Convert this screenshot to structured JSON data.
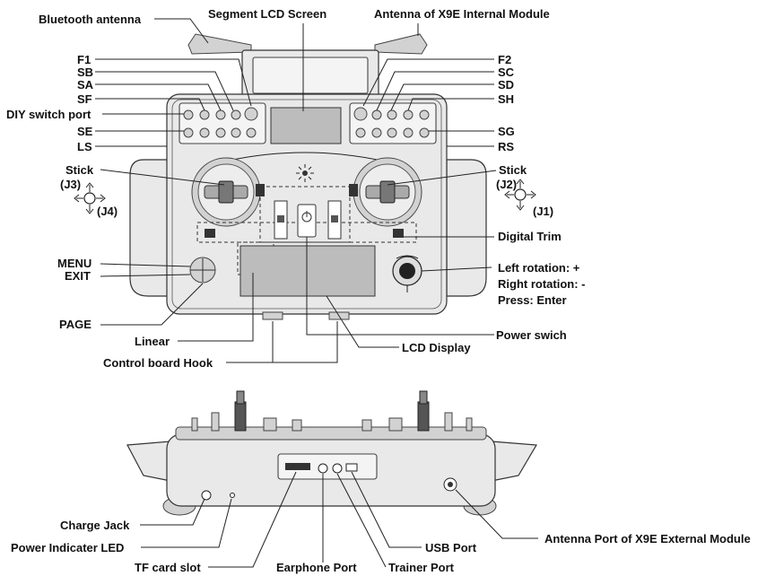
{
  "labels": {
    "bluetooth_antenna": "Bluetooth antenna",
    "segment_lcd": "Segment LCD Screen",
    "antenna_internal": "Antenna of X9E Internal Module",
    "f1": "F1",
    "sb": "SB",
    "sa": "SA",
    "sf": "SF",
    "diy_port": "DIY switch port",
    "se": "SE",
    "ls": "LS",
    "stick_left": "Stick",
    "j3": "(J3)",
    "j4": "(J4)",
    "f2": "F2",
    "sc": "SC",
    "sd": "SD",
    "sh": "SH",
    "sg": "SG",
    "rs": "RS",
    "stick_right": "Stick",
    "j2": "(J2)",
    "j1": "(J1)",
    "digital_trim": "Digital Trim",
    "left_rotation": "Left rotation: +",
    "right_rotation": "Right rotation: -",
    "press_enter": "Press: Enter",
    "menu": "MENU",
    "exit": "EXIT",
    "page": "PAGE",
    "power_switch": "Power swich",
    "linear": "Linear",
    "lcd_display": "LCD Display",
    "control_hook": "Control board Hook",
    "charge_jack": "Charge Jack",
    "power_led": "Power Indicater LED",
    "tf_card": "TF card slot",
    "earphone": "Earphone Port",
    "usb": "USB Port",
    "trainer": "Trainer Port",
    "antenna_external": "Antenna Port of X9E External Module"
  }
}
